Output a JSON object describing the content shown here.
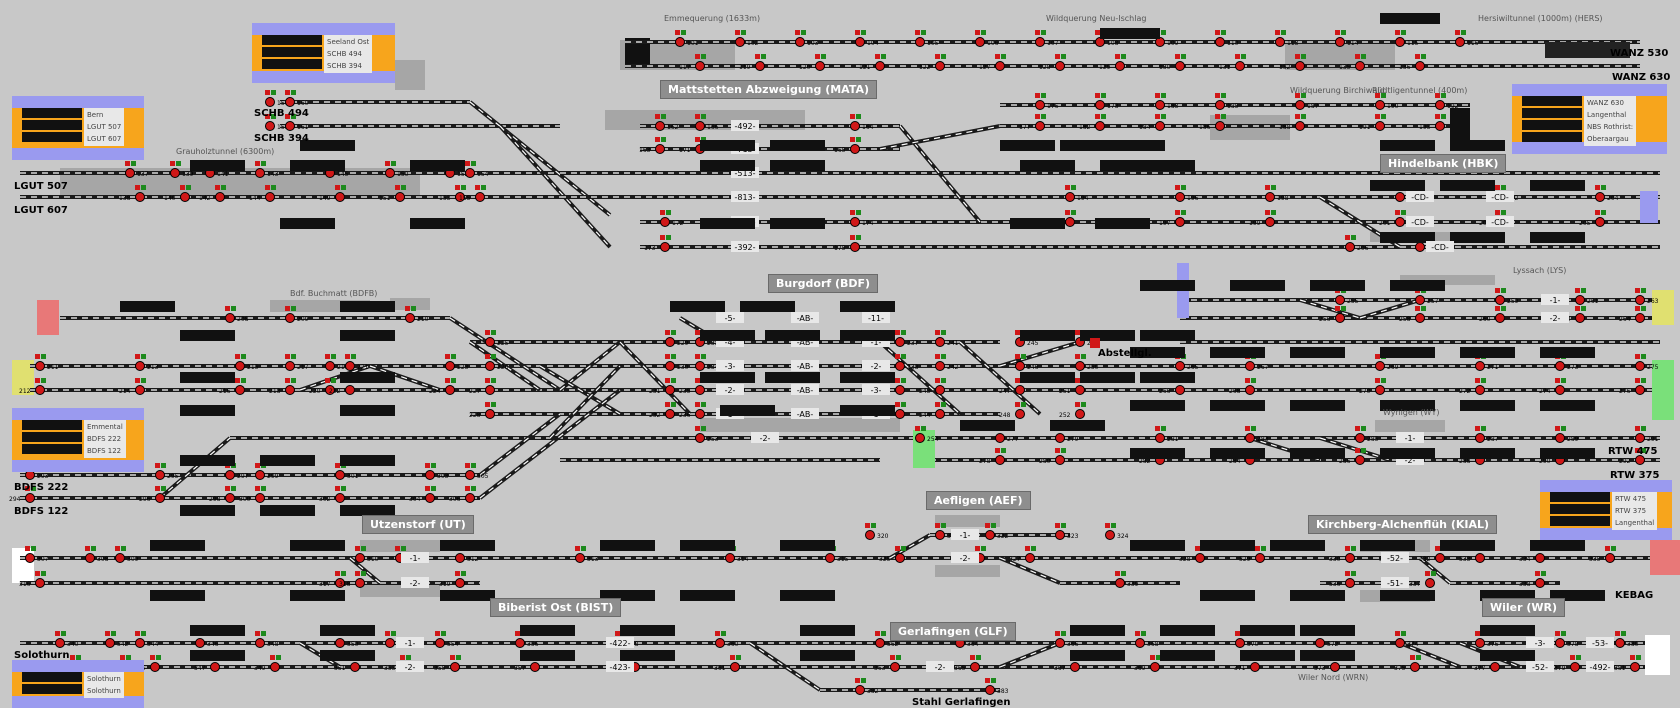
{
  "colors": {
    "background": "#c8c8c8",
    "track": "#1a1a1a",
    "signal": "#d01818",
    "signal_green": "#1d8a1d",
    "panel_orange": "#f7a51c",
    "panel_blue": "#9a9aef",
    "exit_red": "#e87878",
    "exit_yellow": "#e0e070",
    "exit_green": "#7ae07a"
  },
  "stations": {
    "mata": "Mattstetten Abzweigung (MATA)",
    "hbk": "Hindelbank (HBK)",
    "bdf": "Burgdorf (BDF)",
    "ut": "Utzenstorf (UT)",
    "aef": "Aefligen (AEF)",
    "kial": "Kirchberg-Alchenflüh (KIAL)",
    "bist": "Biberist Ost (BIST)",
    "glf": "Gerlafingen (GLF)",
    "wr": "Wiler (WR)"
  },
  "labels": {
    "emme": "Emmequerung (1633m)",
    "neuischlag": "Wildquerung Neu-Ischlag",
    "hersiwil": "Hersiwiltunnel (1000m) (HERS)",
    "grauholz": "Grauholztunnel (6300m)",
    "birchiwald": "Wildquerung Birchiwald",
    "ruedtligen": "Rüdtligentunnel (400m)",
    "buchmatt": "Bdf. Buchmatt (BDFB)",
    "lyssach": "Lyssach (LYS)",
    "wynigen": "Wynigen (WY)",
    "wiler_nord": "Wiler Nord (WRN)"
  },
  "endpoints": {
    "schb494": "SCHB 494",
    "schb394": "SCHB 394",
    "lgut507": "LGUT 507",
    "lgut607": "LGUT 607",
    "wanz530": "WANZ 530",
    "wanz630": "WANZ 630",
    "bdfs222": "BDFS 222",
    "bdfs122": "BDFS 122",
    "rtw475": "RTW 475",
    "rtw375": "RTW 375",
    "kebag": "KEBAG",
    "solothurn": "Solothurn",
    "abstellgl": "Abstellgl.",
    "stahl": "Stahl Gerlafingen"
  },
  "panels": {
    "schb": [
      "Seeland Ost",
      "SCHB 494",
      "SCHB 394"
    ],
    "lgut": [
      "Bern",
      "LGUT 507",
      "LGUT 607"
    ],
    "wanz": [
      "WANZ 630",
      "Langenthal",
      "NBS Rothrist:",
      "Oberaargau"
    ],
    "bdfs": [
      "Emmental",
      "BDFS 222",
      "BDFS 122"
    ],
    "rtw": [
      "RTW 475",
      "RTW 375",
      "Langenthal"
    ],
    "solo": [
      "Solothurn",
      "Solothurn"
    ]
  },
  "track_labels": [
    "-492-",
    "-713-",
    "-513-",
    "-813-",
    "-813-",
    "-392-",
    "-CD-",
    "-CD-",
    "-CD-",
    "-CD-",
    "-CD-",
    "-5-",
    "-4-",
    "-3-",
    "-2-",
    "-1-",
    "-AB-",
    "-AB-",
    "-AB-",
    "-AB-",
    "-AB-",
    "-11-",
    "-1-",
    "-2-",
    "-3-",
    "-1-",
    "-2-",
    "-1-",
    "-2-",
    "-1-",
    "-2-",
    "-1-",
    "-2-",
    "-1-",
    "-2-",
    "-52-",
    "-51-",
    "-1-",
    "-2-",
    "-422-",
    "-423-",
    "-2-",
    "-3-",
    "-52-",
    "-53-"
  ],
  "signal_numbers": [
    "101",
    "102",
    "103",
    "104",
    "105",
    "106",
    "107",
    "108",
    "109",
    "110",
    "113",
    "114",
    "115",
    "116",
    "117",
    "119",
    "120",
    "121",
    "122",
    "127",
    "128",
    "129",
    "130",
    "131",
    "132",
    "135",
    "136",
    "137",
    "138",
    "139",
    "140",
    "141",
    "142",
    "143",
    "144",
    "145",
    "149",
    "150",
    "151",
    "152",
    "153",
    "154",
    "155",
    "156",
    "159",
    "160",
    "161",
    "162",
    "163",
    "164",
    "165",
    "166",
    "171",
    "172",
    "173",
    "174",
    "175",
    "176",
    "177",
    "178",
    "182",
    "183",
    "184",
    "185",
    "186",
    "187",
    "188",
    "190",
    "191",
    "192",
    "193",
    "194",
    "195",
    "196",
    "197",
    "198",
    "199",
    "200",
    "201",
    "202",
    "203",
    "204",
    "205",
    "206",
    "207",
    "208",
    "209",
    "210",
    "211",
    "212",
    "213",
    "214",
    "215",
    "216",
    "217",
    "218",
    "219",
    "220",
    "221",
    "222",
    "223",
    "224",
    "225",
    "226",
    "227",
    "228",
    "229",
    "230",
    "231",
    "232",
    "233",
    "234",
    "235",
    "236",
    "237",
    "238",
    "239",
    "240",
    "241",
    "242",
    "243",
    "244",
    "245",
    "246",
    "247",
    "248",
    "249",
    "250",
    "251",
    "252",
    "253",
    "254",
    "255",
    "256",
    "257",
    "258",
    "259",
    "260",
    "261",
    "262",
    "263",
    "264",
    "265",
    "266",
    "267",
    "268",
    "269",
    "270",
    "271",
    "272",
    "273",
    "274",
    "275",
    "276",
    "277",
    "278",
    "279",
    "280",
    "281",
    "282",
    "283",
    "284",
    "285",
    "286",
    "287",
    "288",
    "289",
    "290",
    "291",
    "292",
    "293",
    "294",
    "295",
    "296",
    "297",
    "298",
    "299",
    "300",
    "301",
    "302",
    "303",
    "304",
    "305",
    "306",
    "307",
    "308",
    "309",
    "310",
    "311",
    "312",
    "313",
    "314",
    "315",
    "316",
    "317",
    "318",
    "319",
    "320",
    "321",
    "322",
    "323",
    "324",
    "325",
    "326",
    "327",
    "328",
    "329",
    "330",
    "331",
    "332",
    "333",
    "334",
    "335",
    "336",
    "337",
    "338",
    "339",
    "340",
    "341",
    "342",
    "343",
    "344",
    "345",
    "346",
    "347",
    "348",
    "349",
    "350",
    "351",
    "352",
    "353",
    "354",
    "355",
    "356",
    "357",
    "358",
    "359",
    "360",
    "361",
    "362",
    "363",
    "364",
    "365",
    "366",
    "367",
    "368",
    "369",
    "370",
    "371",
    "372",
    "373",
    "374",
    "375",
    "376",
    "377",
    "378",
    "379",
    "380",
    "381",
    "382",
    "383",
    "384",
    "385",
    "386",
    "387",
    "388",
    "389",
    "390",
    "391",
    "392",
    "393",
    "394",
    "395",
    "396",
    "397",
    "398",
    "399",
    "400",
    "401",
    "402",
    "403",
    "404",
    "405",
    "406",
    "407",
    "408",
    "409"
  ]
}
